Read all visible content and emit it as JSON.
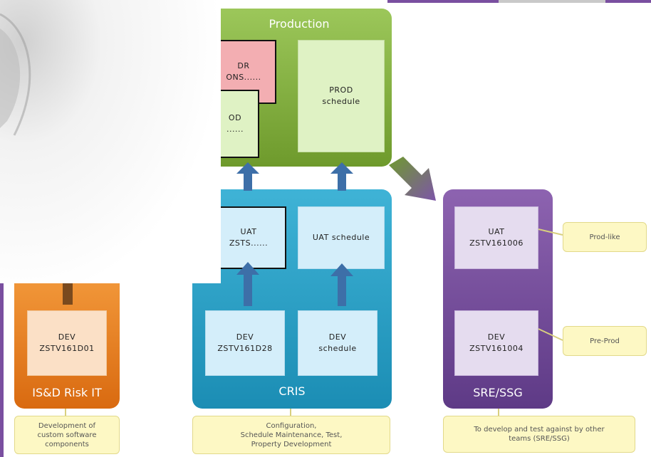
{
  "colors": {
    "production": "#7ea93b",
    "cris": "#2a9fc6",
    "sre": "#6f4a96",
    "isd": "#e57d1f",
    "arrow_blue": "#3d6fa8",
    "callout": "#fdf8c4"
  },
  "production": {
    "title": "Production",
    "dr_box": "DR\nONS......",
    "prod_box": "OD\n......",
    "prod_schedule": "PROD\nschedule"
  },
  "cris": {
    "title": "CRIS",
    "uat_box": "UAT\nZSTS......",
    "uat_schedule": "UAT schedule",
    "dev_box": "DEV\nZSTV161D28",
    "dev_schedule": "DEV\nschedule",
    "callout": "Configuration,\nSchedule Maintenance, Test,\nProperty Development"
  },
  "sre": {
    "title": "SRE/SSG",
    "uat_box": "UAT\nZSTV161006",
    "dev_box": "DEV\nZSTV161004",
    "callout_prodlike": "Prod-like",
    "callout_preprod": "Pre-Prod",
    "callout": "To develop  and test against by other\nteams (SRE/SSG)"
  },
  "isd": {
    "title": "IS&D Risk IT",
    "dev_box": "DEV\nZSTV161D01",
    "callout": "Development of\ncustom software\ncomponents"
  },
  "icons": [
    "arrow-up-icon",
    "arrow-diagonal-icon"
  ]
}
